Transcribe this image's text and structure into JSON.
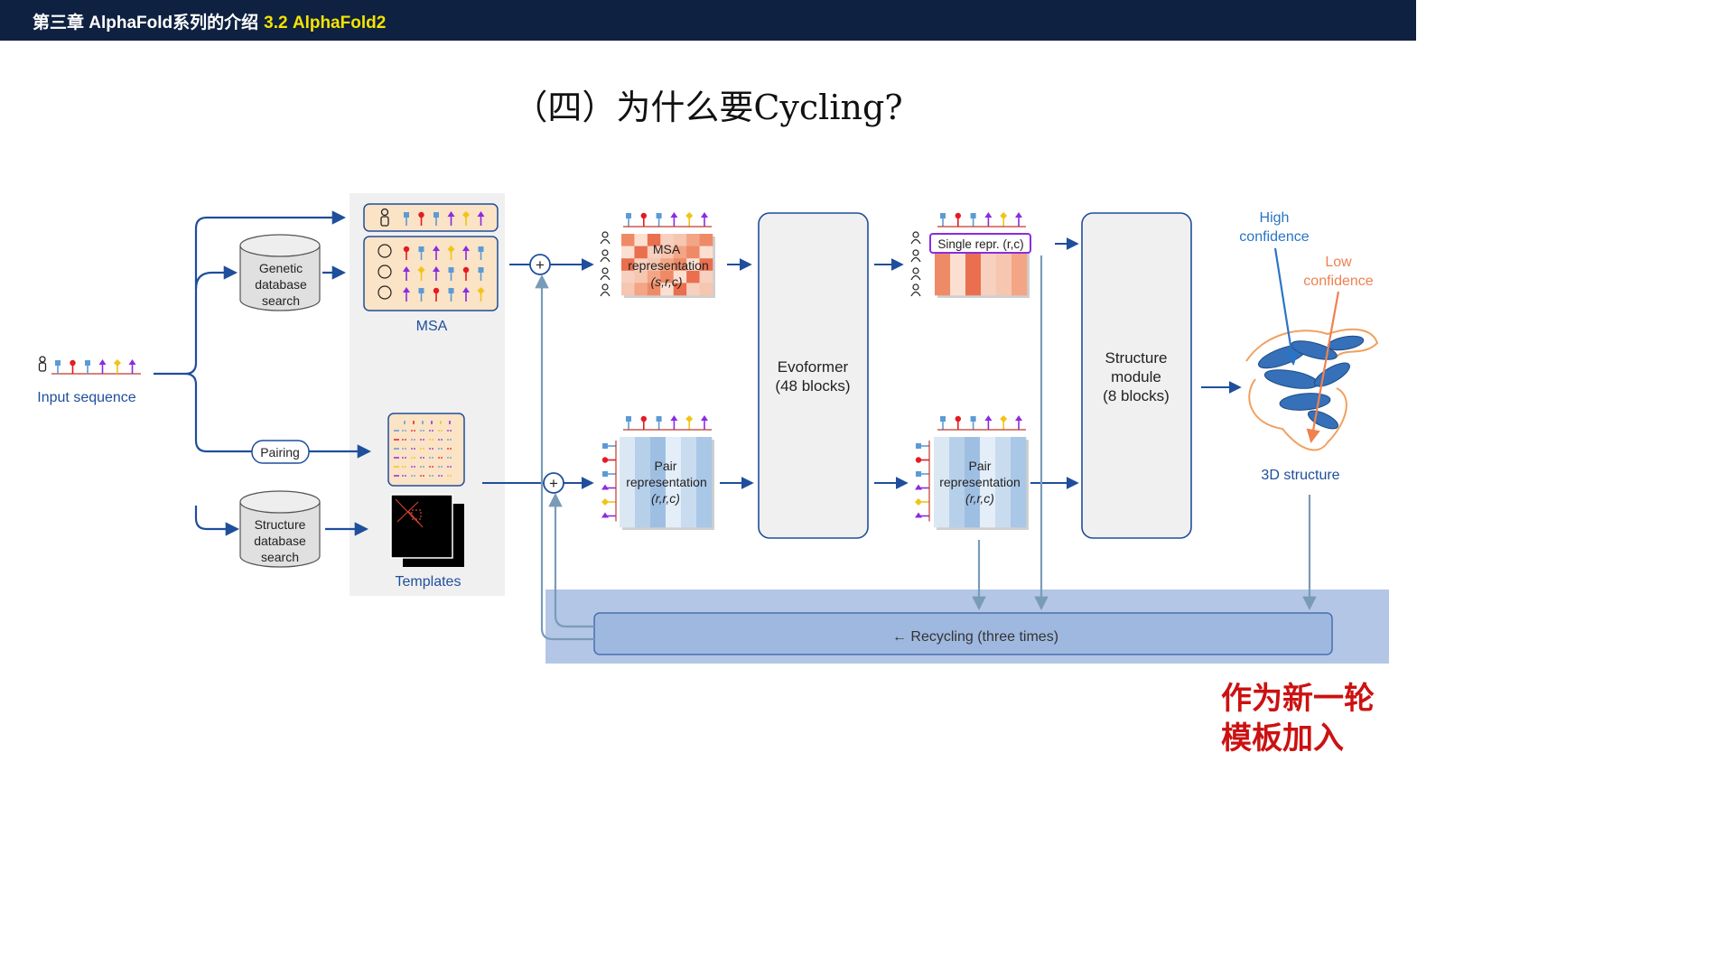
{
  "header": {
    "chapter": "第三章 AlphaFold系列的介绍",
    "section": "3.2 AlphaFold2"
  },
  "title": "（四）为什么要Cycling?",
  "diagram": {
    "input_label": "Input sequence",
    "genetic_db": [
      "Genetic",
      "database",
      "search"
    ],
    "structure_db": [
      "Structure",
      "database",
      "search"
    ],
    "pairing": "Pairing",
    "msa_label": "MSA",
    "templates_label": "Templates",
    "msa_repr": [
      "MSA",
      "representation",
      "(s,r,c)"
    ],
    "pair_repr_left": [
      "Pair",
      "representation",
      "(r,r,c)"
    ],
    "evoformer": [
      "Evoformer",
      "(48 blocks)"
    ],
    "single_repr": "Single repr. (r,c)",
    "pair_repr_right": [
      "Pair",
      "representation",
      "(r,r,c)"
    ],
    "structure_module": [
      "Structure",
      "module",
      "(8 blocks)"
    ],
    "high_conf": [
      "High",
      "confidence"
    ],
    "low_conf": [
      "Low",
      "confidence"
    ],
    "structure_3d": "3D structure",
    "recycling": "← Recycling (three times)",
    "plus": "+"
  },
  "note": [
    "作为新一轮",
    "模板加入"
  ],
  "colors": {
    "header_bg": "#0f2140",
    "header_accent": "#f5e300",
    "arrow_blue": "#1f4e9c",
    "recycle_band": "#b3c6e6",
    "recycle_arrow": "#7a9bb8",
    "note_red": "#cc1111",
    "residue_colors": [
      "#5b9bd5",
      "#e31b23",
      "#5b9bd5",
      "#8a2be2",
      "#f0c419",
      "#8a2be2"
    ]
  }
}
